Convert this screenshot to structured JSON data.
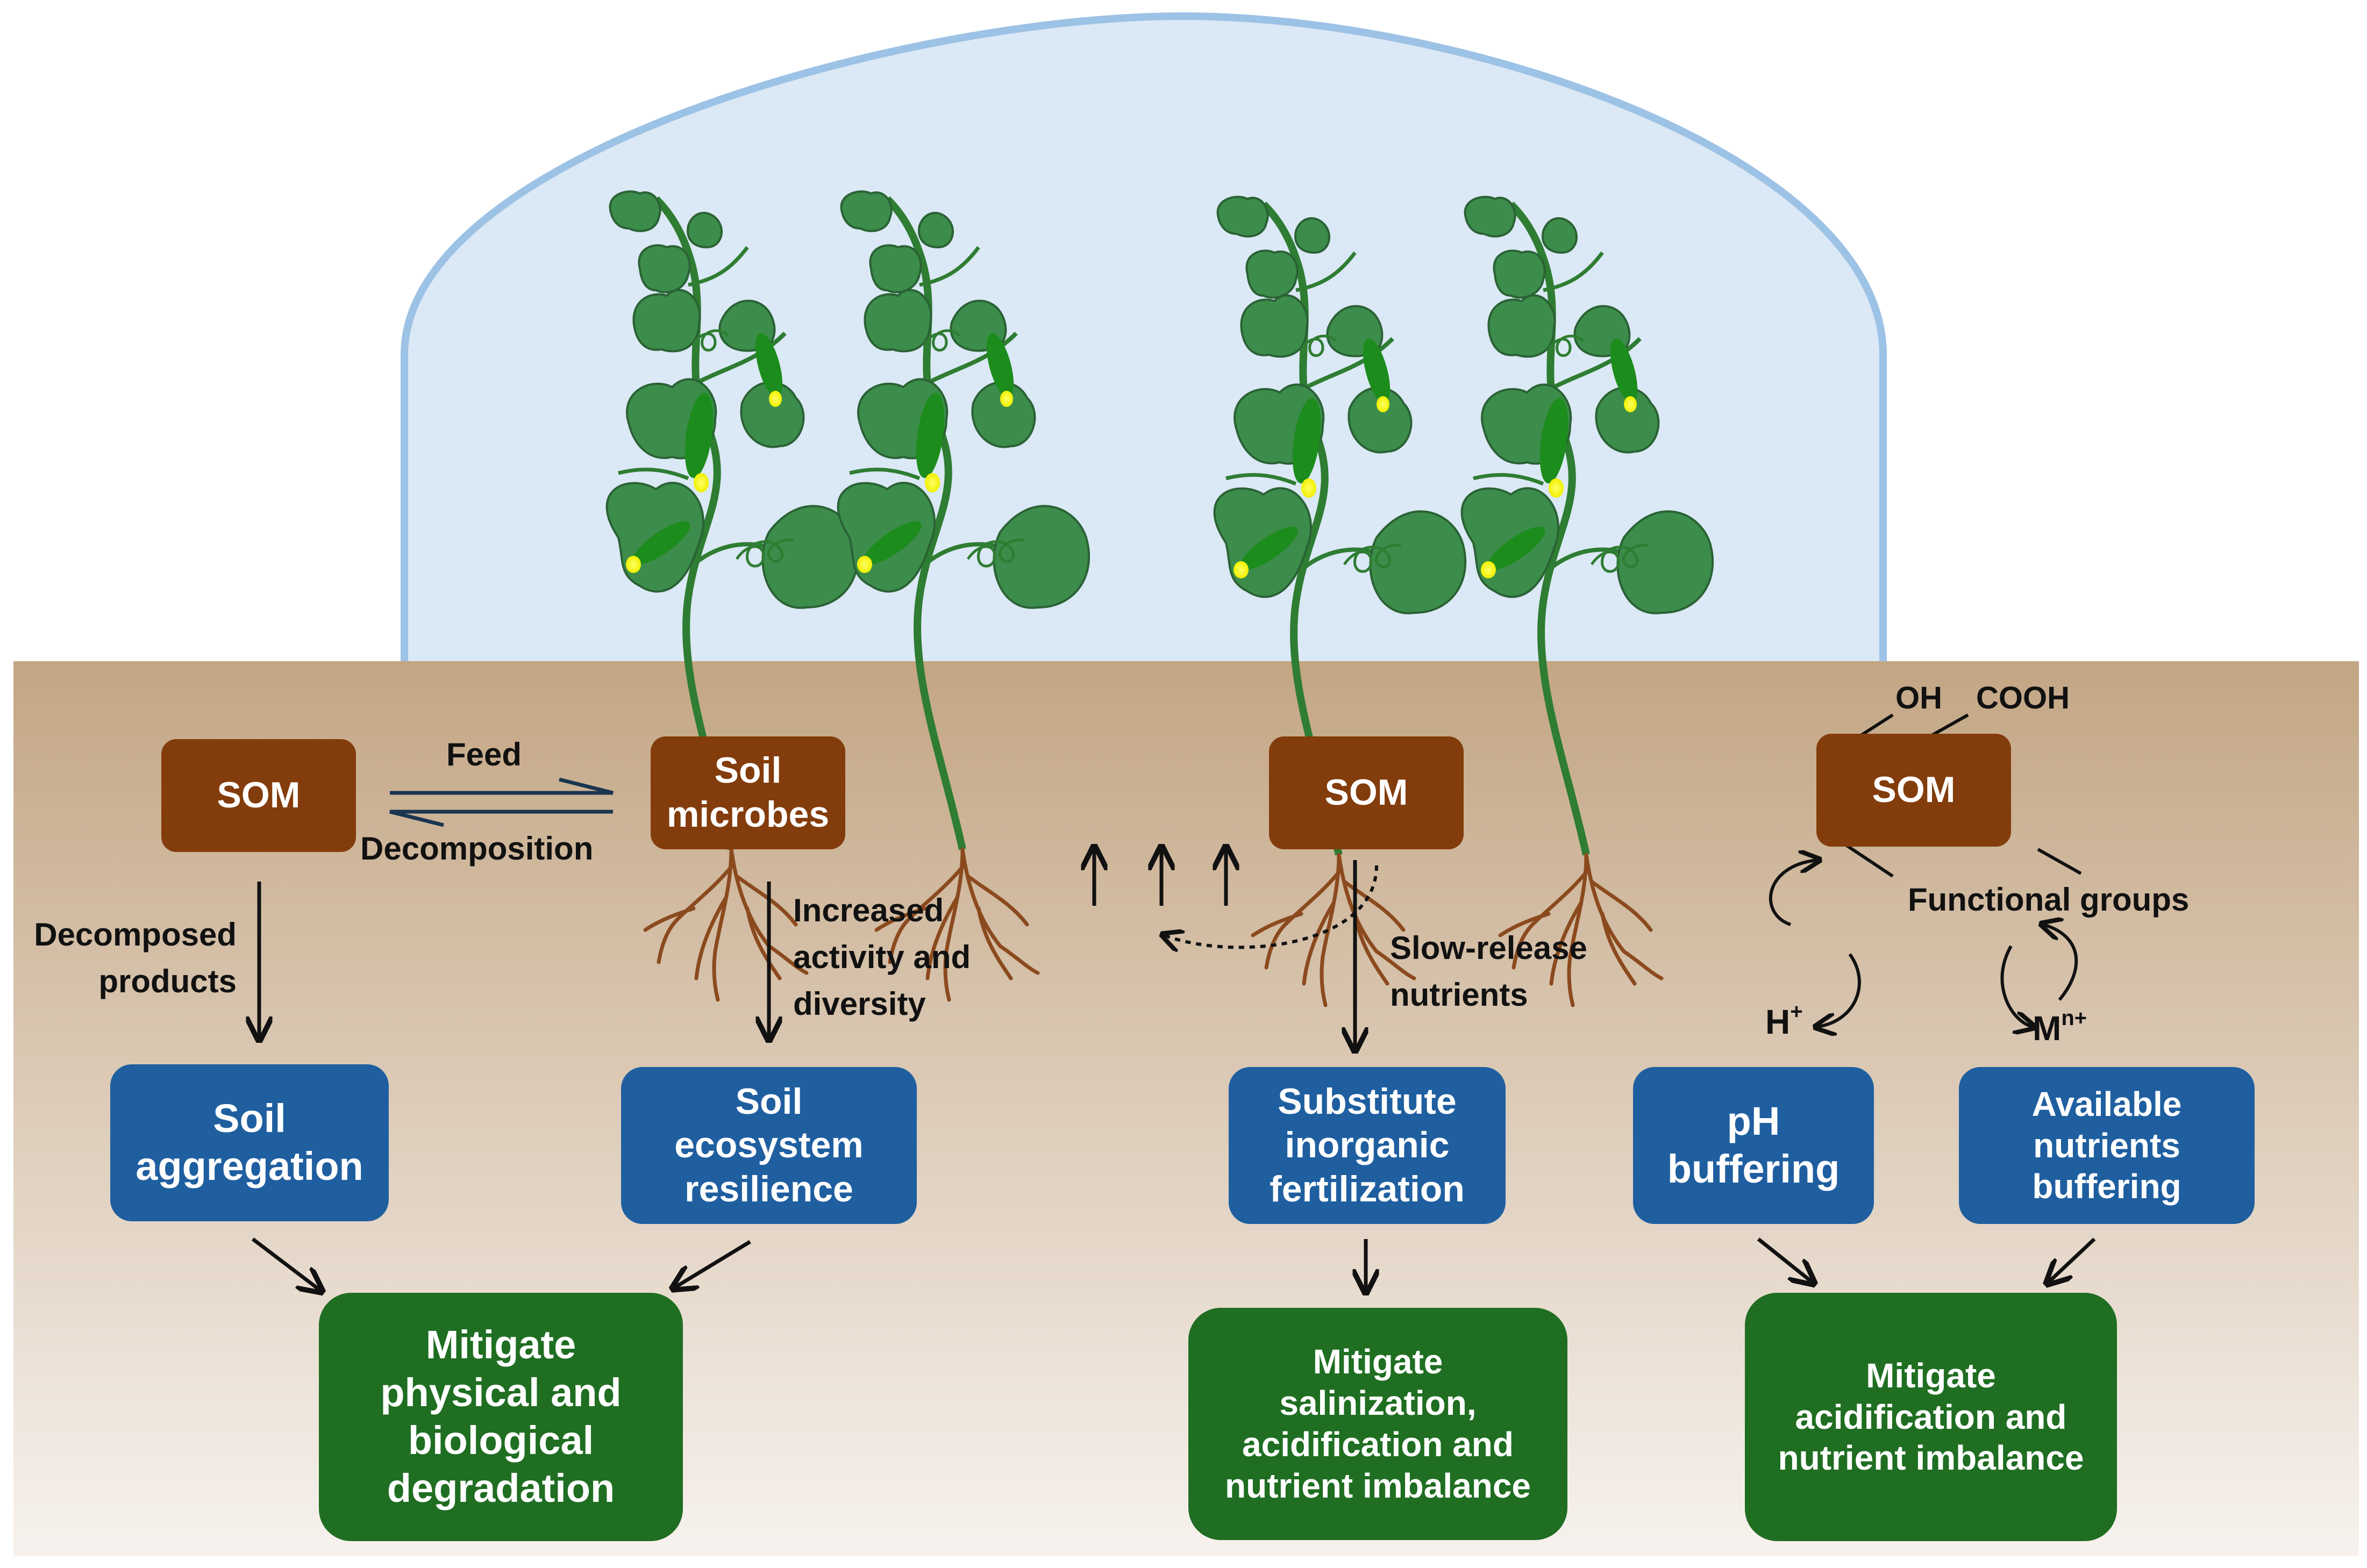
{
  "colors": {
    "greenhouse_fill": "#dbe8f5",
    "greenhouse_stroke": "#9cc2e5",
    "soil_top": "#c3a684",
    "soil_bottom": "#f7f2ee",
    "som_box": "#833c0b",
    "outcome_box": "#1f5fa0",
    "mitigation_box": "#1f6e22",
    "leaf": "#3c8c4b",
    "stem": "#2e7d32",
    "root": "#8b4a1e"
  },
  "icons": [
    "plant-icon",
    "root-icon",
    "cucumber-fruit-icon",
    "flower-icon",
    "tendril-icon"
  ],
  "panel1": {
    "som": "SOM",
    "microbes": [
      "Soil",
      "microbes"
    ],
    "feed": "Feed",
    "decomposition": "Decomposition",
    "decomposed": [
      "Decomposed",
      "products"
    ],
    "increased": [
      "Increased",
      "activity and",
      "diversity"
    ],
    "aggregation": [
      "Soil",
      "aggregation"
    ],
    "resilience": [
      "Soil",
      "ecosystem",
      "resilience"
    ],
    "mitigate": [
      "Mitigate",
      "physical and",
      "biological",
      "degradation"
    ]
  },
  "panel2": {
    "som": "SOM",
    "slow_release": [
      "Slow-release",
      "nutrients"
    ],
    "substitute": [
      "Substitute",
      "inorganic",
      "fertilization"
    ],
    "mitigate": [
      "Mitigate",
      "salinization,",
      "acidification and",
      "nutrient imbalance"
    ]
  },
  "panel3": {
    "som": "SOM",
    "oh": "OH",
    "cooh": "COOH",
    "functional_groups": "Functional groups",
    "h_base": "H",
    "h_sup": "+",
    "m_base": "M",
    "m_sup": "n+",
    "ph": [
      "pH",
      "buffering"
    ],
    "nutrients": [
      "Available",
      "nutrients",
      "buffering"
    ],
    "mitigate": [
      "Mitigate",
      "acidification and",
      "nutrient imbalance"
    ]
  }
}
